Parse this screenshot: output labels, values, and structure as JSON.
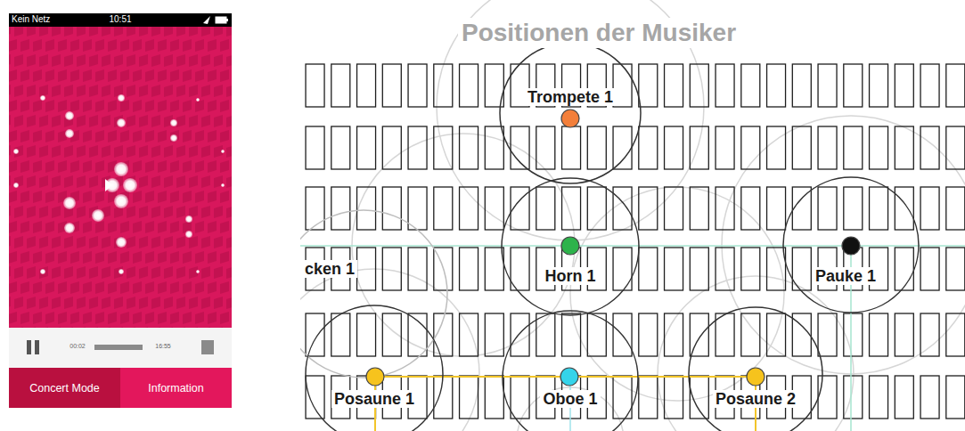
{
  "diagram": {
    "title": "Positionen der Musiker",
    "nodes": [
      {
        "text": [
          "Concert Mode"
        ]
      },
      {
        "text": [
          "Information"
        ]
      },
      {
        "text": [
          "Trompete 1"
        ]
      },
      {
        "text": [
          "Horn 1"
        ]
      },
      {
        "text": [
          "cken 1"
        ]
      },
      {
        "text": [
          "Pauke 1"
        ]
      },
      {
        "text": [
          "Posaune 1"
        ]
      },
      {
        "text": [
          "Oboe 1"
        ]
      },
      {
        "text": [
          "Posaune 2"
        ]
      }
    ],
    "labels": [
      "Kein Netz",
      "10:51",
      "00:02",
      "16:55"
    ]
  }
}
